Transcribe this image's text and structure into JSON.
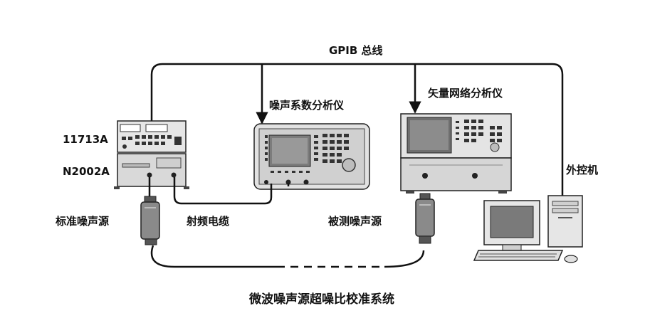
{
  "bus_label": "GPIB 总线",
  "instruments": {
    "attenuator_model": "11713A",
    "source_model": "N2002A",
    "nfa": "噪声系数分析仪",
    "vna": "矢量网络分析仪",
    "pc": "外控机"
  },
  "labels": {
    "std_source": "标准噪声源",
    "rf_cable": "射频电缆",
    "dut_source": "被测噪声源"
  },
  "caption": "微波噪声源超噪比校准系统"
}
